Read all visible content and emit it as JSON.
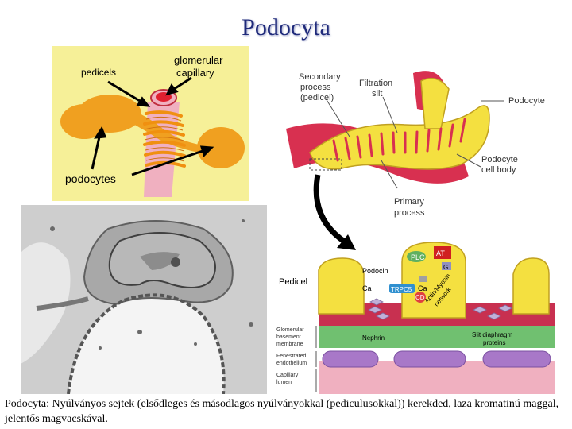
{
  "title": "Podocyta",
  "caption": "Podocyta: Nyúlványos sejtek (elsődleges és másodlagos nyúlványokkal (pediculusokkal)) kerekded, laza kromatinú maggal, jelentős magvacskával.",
  "panel_a": {
    "labels": {
      "pedicels": "pedicels",
      "glomerular": "glomerular",
      "capillary": "capillary",
      "podocytes": "podocytes"
    }
  },
  "panel_c": {
    "labels": {
      "secondary1": "Secondary",
      "secondary2": "process",
      "secondary3": "(pedicel)",
      "filtration1": "Filtration",
      "filtration2": "slit",
      "podocyte": "Podocyte",
      "cellbody1": "Podocyte",
      "cellbody2": "cell body",
      "primary1": "Primary",
      "primary2": "process"
    }
  },
  "panel_d": {
    "labels": {
      "pedicel": "Pedicel",
      "podocin": "Podocin",
      "plc": "PLC",
      "at1r": "AT",
      "g": "G",
      "ca_left": "Ca",
      "trpc5": "TRPC5",
      "ca_right": "Ca",
      "actin1": "Actin/Myosin",
      "actin2": "network",
      "cd": "CD",
      "gbm1": "Glomerular",
      "gbm2": "basement",
      "gbm3": "membrane",
      "endo1": "Fenestrated",
      "endo2": "endothelium",
      "lumen1": "Capillary",
      "lumen2": "lumen",
      "nephrin": "Nephrin",
      "slit1": "Slit diaphragm",
      "slit2": "proteins"
    }
  },
  "colors": {
    "title": "#1f2a7a",
    "podocyte_orange": "#f0a020",
    "cell_yellow": "#f4e040",
    "vessel_red": "#d83050",
    "capillary_pink": "#f0b0c0",
    "endothelium_purple": "#a878c8",
    "gbm_green": "#70c070"
  }
}
